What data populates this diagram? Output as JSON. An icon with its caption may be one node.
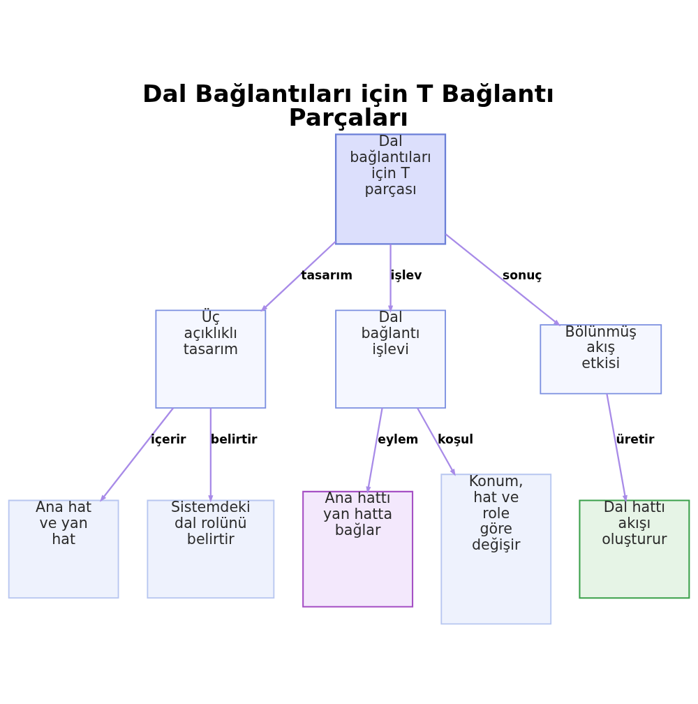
{
  "diagram": {
    "title": "Dal Bağlantıları için T Bağlantı Parçaları",
    "nodes": [
      {
        "text": [
          "Dal bağlantıları için T parçası"
        ]
      },
      {
        "text": [
          "Üç açıklıklı tasarım"
        ]
      },
      {
        "text": [
          "Dal bağlantı işlevi"
        ]
      },
      {
        "text": [
          "Bölünmüş akış etkisi"
        ]
      },
      {
        "text": [
          "Ana hat ve yan hat"
        ]
      },
      {
        "text": [
          "Sistemdeki dal rolünü belirtir"
        ]
      },
      {
        "text": [
          "Ana hattı yan hatta bağlar"
        ]
      },
      {
        "text": [
          "Konum, hat ve role göre değişir"
        ]
      },
      {
        "text": [
          "Dal hattı akışı oluşturur"
        ]
      }
    ],
    "edges": [
      {
        "from": 0,
        "to": 1,
        "arrow": "to",
        "label": "tasarım"
      },
      {
        "from": 0,
        "to": 2,
        "arrow": "to",
        "label": "işlev"
      },
      {
        "from": 0,
        "to": 3,
        "arrow": "to",
        "label": "sonuç"
      },
      {
        "from": 1,
        "to": 4,
        "arrow": "to",
        "label": "içerir"
      },
      {
        "from": 1,
        "to": 5,
        "arrow": "to",
        "label": "belirtir"
      },
      {
        "from": 2,
        "to": 6,
        "arrow": "to",
        "label": "eylem"
      },
      {
        "from": 2,
        "to": 7,
        "arrow": "to",
        "label": "koşul"
      },
      {
        "from": 3,
        "to": 8,
        "arrow": "to",
        "label": "üretir"
      }
    ]
  }
}
